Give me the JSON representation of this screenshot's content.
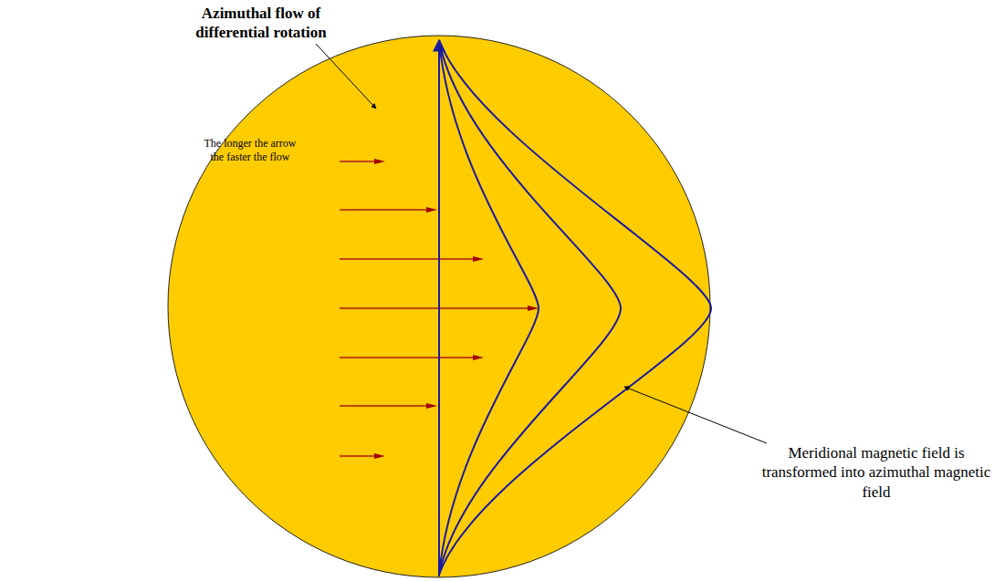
{
  "diagram": {
    "labels": [
      "Azimuthal flow of differential rotation",
      "The longer the arrow the faster the flow",
      "Meridional magnetic field is transformed into azimuthal magnetic field"
    ]
  }
}
